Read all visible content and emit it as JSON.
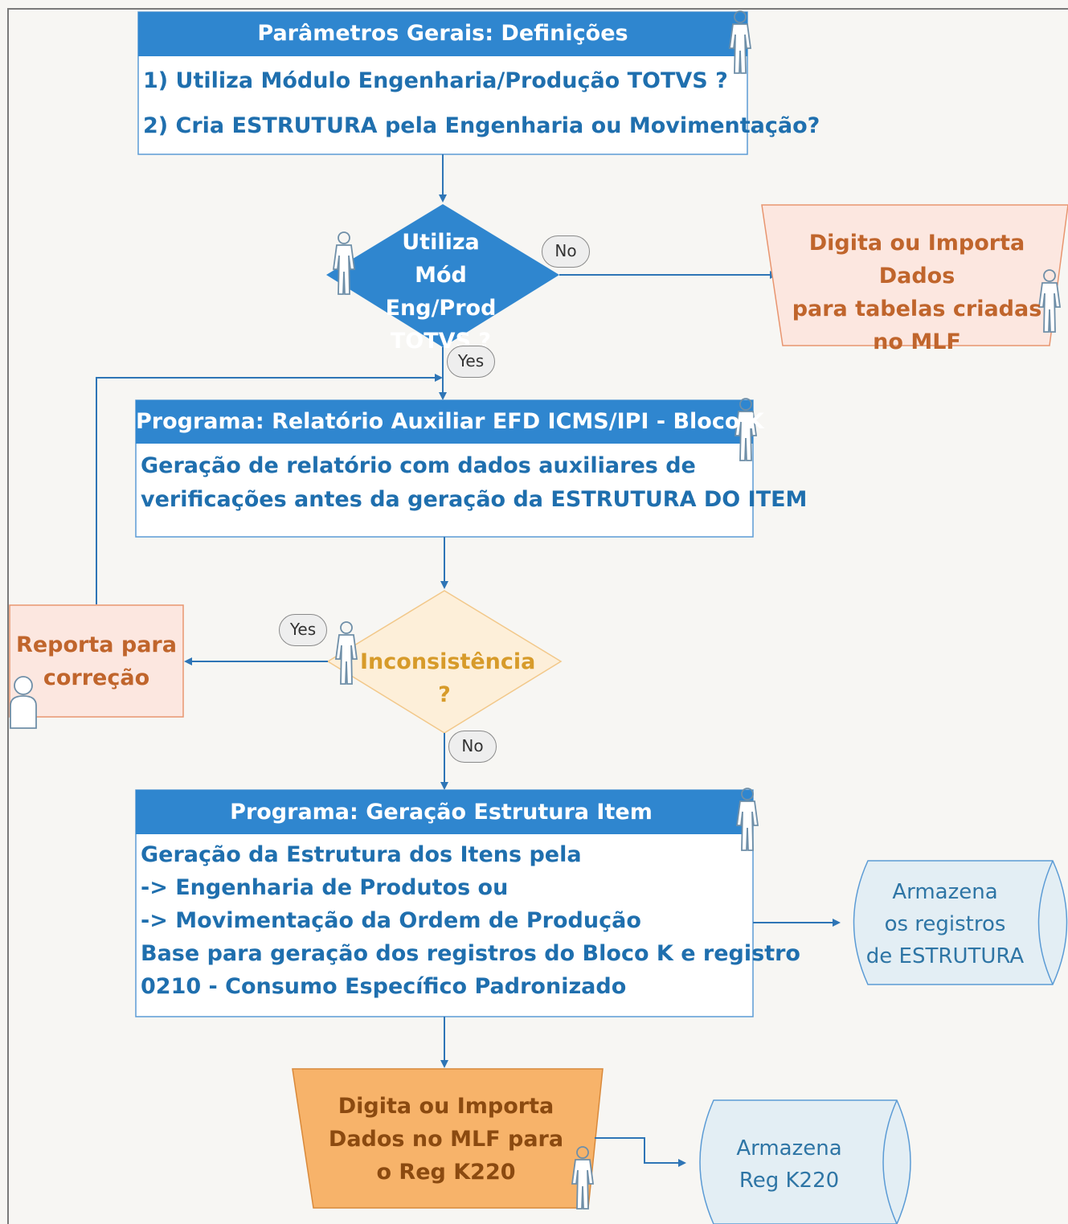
{
  "params": {
    "title": "Parâmetros Gerais: Definições",
    "q1": "1) Utiliza Módulo Engenharia/Produção TOTVS ?",
    "q2": "2) Cria ESTRUTURA pela Engenharia ou Movimentação?"
  },
  "decision_totvs": {
    "line1": "Utiliza",
    "line2": "Mód Eng/Prod",
    "line3": "TOTVS ?"
  },
  "manual_mlf": {
    "line1": "Digita ou Importa Dados",
    "line2": "para tabelas criadas",
    "line3": "no MLF"
  },
  "labels": {
    "no": "No",
    "yes": "Yes"
  },
  "relatorio": {
    "title": "Programa: Relatório Auxiliar EFD ICMS/IPI - Bloco K",
    "line1": "Geração de relatório com dados auxiliares de",
    "line2": "verificações antes da geração da ESTRUTURA DO ITEM"
  },
  "decision_inconsistencia": {
    "line1": "Inconsistência",
    "line2": "?"
  },
  "reporta": {
    "line1": "Reporta para",
    "line2": "correção"
  },
  "geracao": {
    "title": "Programa: Geração Estrutura Item",
    "line1": "Geração da Estrutura dos Itens pela",
    "line2": "-> Engenharia de Produtos ou",
    "line3": "-> Movimentação da Ordem de Produção",
    "line4": "Base para geração dos registros do Bloco K e registro",
    "line5": "0210 - Consumo Específico Padronizado"
  },
  "armazena_estrutura": {
    "line1": "Armazena",
    "line2": "os registros",
    "line3": "de ESTRUTURA"
  },
  "k220_manual": {
    "line1": "Digita ou Importa",
    "line2": "Dados no MLF para",
    "line3": "o Reg K220"
  },
  "armazena_k220": {
    "line1": "Armazena",
    "line2": "Reg K220"
  },
  "colors": {
    "header_blue": "#2f86cf",
    "text_blue": "#1f6fae",
    "decision_blue": "#2f86cf",
    "decision_orange_fill": "#fdefd9",
    "decision_orange_text": "#d79b2a",
    "salmon_fill": "#fce7e0",
    "salmon_border": "#e8956f",
    "k220_fill": "#f7b36a",
    "storage_fill": "#e3eef4",
    "connector": "#2e75b6"
  }
}
